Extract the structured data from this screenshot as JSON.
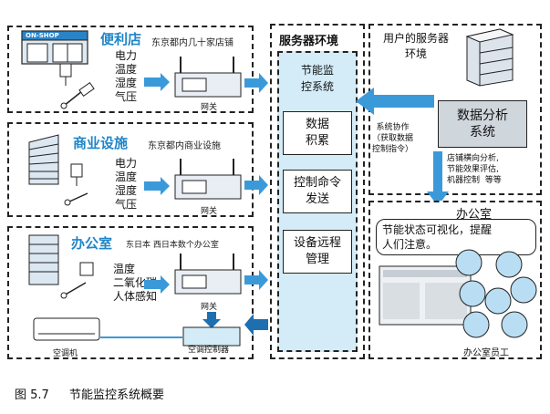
{
  "sections": {
    "convenience": {
      "title": "便利店",
      "desc": "东京都内几十家店铺",
      "sensors": "电力\n温度\n湿度\n气压",
      "shop_sign": "ON-SHOP",
      "gateway_label": "网关"
    },
    "commercial": {
      "title": "商业设施",
      "desc": "东京都内商业设施",
      "sensors": "电力\n温度\n湿度\n气压",
      "gateway_label": "网关"
    },
    "office": {
      "title": "办公室",
      "desc": "东日本  西日本数个办公室",
      "sensors": "温度\n二氧化碳\n人体感知",
      "gateway_label": "网关",
      "aircon_label": "空调机",
      "aircon_controller_label": "空调控制器"
    }
  },
  "server_env": {
    "title": "服务器环境",
    "system_title": "节能监\n控系统",
    "boxes": [
      "数据\n积累",
      "控制命令\n发送",
      "设备远程\n管理"
    ]
  },
  "user_server": {
    "title": "用户的服务器\n环境",
    "analysis_box": "数据分析\n系统",
    "collab_note": "系统协作\n（获取数据\n控制指令）",
    "analysis_note": "店铺横向分析,\n节能效果评估,\n机器控制  等等"
  },
  "office_room": {
    "title": "办公室",
    "speech": "节能状态可视化，提醒\n人们注意。",
    "staff_label": "办公室员工"
  },
  "caption": {
    "figure": "图 5.7",
    "text": "节能监控系统概要"
  },
  "colors": {
    "accent_blue": "#1f86c8",
    "arrow_blue": "#3a9ad9",
    "server_bg": "#d4ecf8"
  }
}
